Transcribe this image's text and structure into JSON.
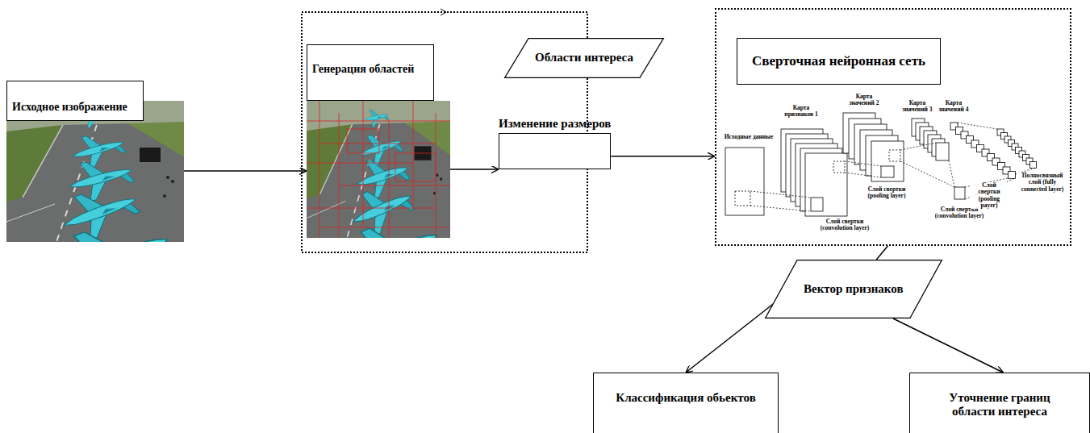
{
  "diagram": {
    "nodes": [
      {
        "text": [
          "Исходное изображение"
        ]
      },
      {
        "text": [
          "Генерация областей"
        ]
      },
      {
        "text": [
          "Области интереса"
        ]
      },
      {
        "text": [
          "Изменение размеров"
        ]
      },
      {
        "text": [
          "Сверточная нейронная сеть"
        ]
      },
      {
        "text": [
          "Вектор признаков"
        ]
      },
      {
        "text": [
          "Классификация обьектов"
        ]
      },
      {
        "text": [
          "Уточнение границ области интереса"
        ]
      }
    ],
    "edges": [
      {
        "from": 0,
        "to": 1,
        "arrow": "to"
      },
      {
        "from": 1,
        "to": 3,
        "arrow": "to"
      },
      {
        "from": 3,
        "to": 4,
        "arrow": "to"
      },
      {
        "from": 4,
        "to": 5,
        "arrow": "none"
      },
      {
        "from": 5,
        "to": 6,
        "arrow": "to"
      },
      {
        "from": 5,
        "to": 7,
        "arrow": "to"
      }
    ],
    "labels": [
      "Исходные данные",
      "Карта признаков 1",
      "Карта значений 2",
      "Карта значений 3",
      "Карта значений 4",
      "Слой свертки (convolution layer)",
      "Слой свертки (pooling layer)",
      "Слой свертки (convolution layer)",
      "Слой свертки (pooling payer)",
      "Полносвязный слой (fully connected layer)"
    ]
  }
}
